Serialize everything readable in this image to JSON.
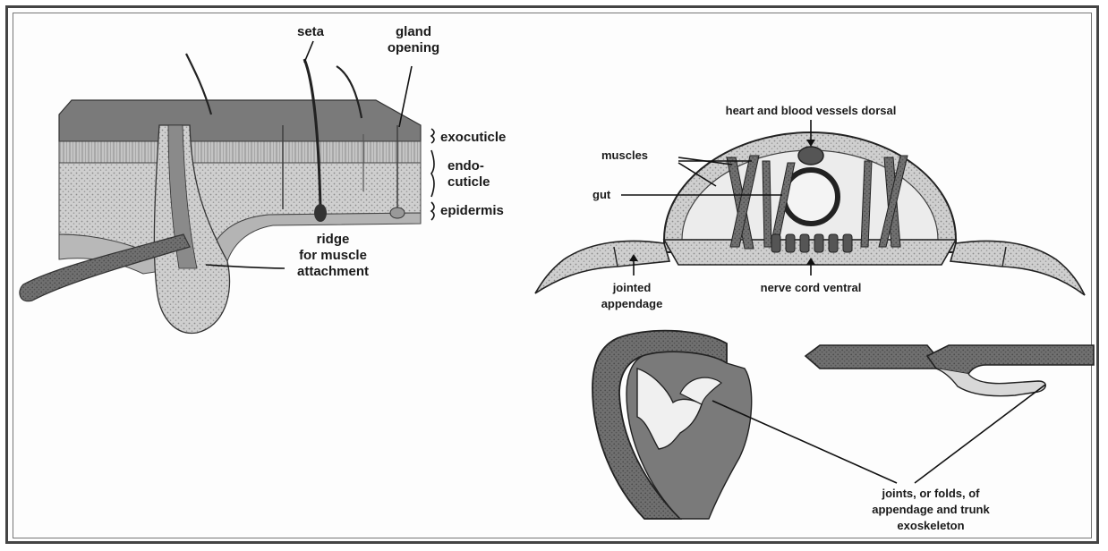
{
  "cuticle_section": {
    "labels": {
      "seta": "seta",
      "gland_opening_line1": "gland",
      "gland_opening_line2": "opening",
      "exocuticle": "exocuticle",
      "endocuticle_line1": "endo-",
      "endocuticle_line2": "cuticle",
      "epidermis": "epidermis",
      "ridge_line1": "ridge",
      "ridge_line2": "for muscle",
      "ridge_line3": "attachment"
    }
  },
  "cross_section": {
    "labels": {
      "heart": "heart and blood vessels dorsal",
      "muscles": "muscles",
      "gut": "gut",
      "jointed_line1": "jointed",
      "jointed_line2": "appendage",
      "nerve_cord": "nerve cord ventral"
    }
  },
  "joints": {
    "labels": {
      "line1": "joints, or folds, of",
      "line2": "appendage and trunk",
      "line3": "exoskeleton"
    }
  },
  "colors": {
    "dark_layer": "#6e6e6e",
    "mid_layer": "#a8a8a8",
    "light_layer": "#d2d2d2",
    "ink": "#1a1a1a"
  }
}
